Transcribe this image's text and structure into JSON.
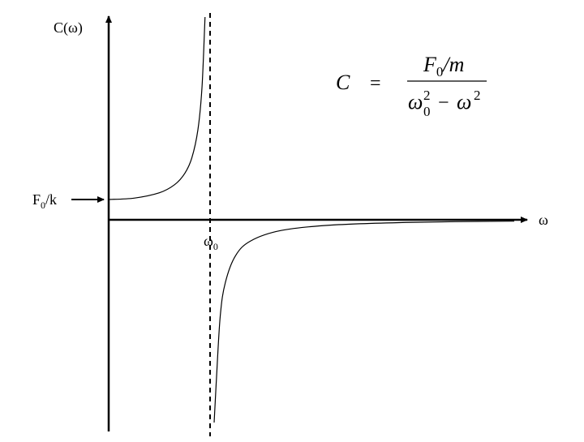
{
  "chart_data": {
    "type": "line",
    "title": "",
    "ylabel": "C(ω)",
    "xlabel": "ω",
    "grid": false,
    "legend": "none",
    "ylim": [
      -1.0,
      1.0
    ],
    "xlim": [
      0,
      4.2
    ],
    "marker": {
      "text": "ω",
      "subscript": "0",
      "x": 1.0
    },
    "y_annotation": {
      "text": "F",
      "subscript": "0",
      "suffix": "/k",
      "y": 0.1
    },
    "formula": {
      "lhs": "C",
      "equals": "=",
      "num_F": "F",
      "num_sub": "0",
      "num_rest": "/m",
      "den_w1": "ω",
      "den_sub": "0",
      "den_sup1": "2",
      "den_minus": "−",
      "den_w2": "ω",
      "den_sup2": "2"
    },
    "series": [
      {
        "values": [
          [
            0.0,
            0.1
          ],
          [
            0.25,
            0.1067
          ],
          [
            0.5,
            0.1333
          ],
          [
            0.65,
            0.1732
          ],
          [
            0.75,
            0.2286
          ],
          [
            0.82,
            0.3053
          ],
          [
            0.88,
            0.4439
          ],
          [
            0.92,
            0.651
          ],
          [
            0.95,
            1.0
          ]
        ]
      },
      {
        "values": [
          [
            1.04,
            -1.0
          ],
          [
            1.06,
            -0.8091
          ],
          [
            1.1,
            -0.4762
          ],
          [
            1.15,
            -0.3101
          ],
          [
            1.25,
            -0.1778
          ],
          [
            1.4,
            -0.1042
          ],
          [
            1.7,
            -0.0529
          ],
          [
            2.2,
            -0.026
          ],
          [
            3.0,
            -0.0125
          ],
          [
            4.0,
            -0.0067
          ]
        ]
      }
    ],
    "colors": {
      "curve": "#000000",
      "axes": "#000000",
      "asymptote": "#000000"
    }
  }
}
